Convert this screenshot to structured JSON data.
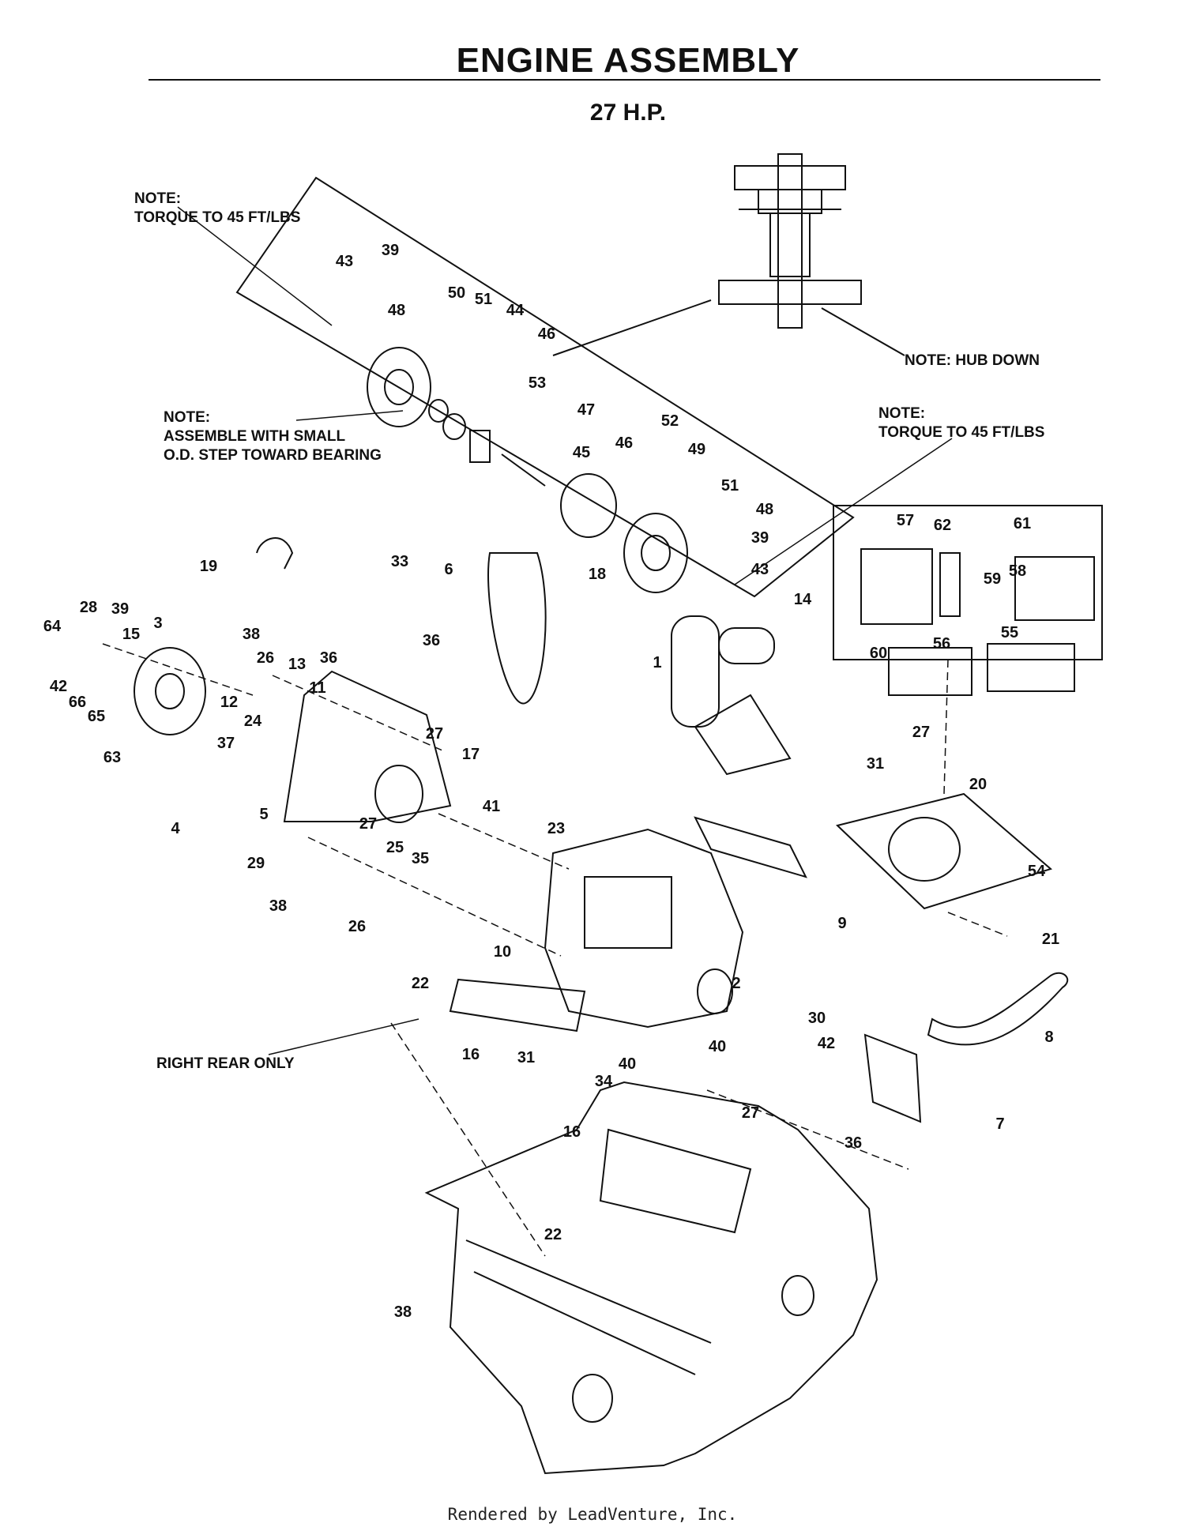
{
  "header": {
    "title": "ENGINE ASSEMBLY",
    "subtitle": "27 H.P."
  },
  "notes": {
    "torque_top_label": "NOTE:",
    "torque_top_text": "TORQUE TO 45 FT/LBS",
    "hub_down": "NOTE: HUB DOWN",
    "assemble_label": "NOTE:",
    "assemble_line1": "ASSEMBLE WITH SMALL",
    "assemble_line2": "O.D. STEP TOWARD BEARING",
    "torque_right_label": "NOTE:",
    "torque_right_text": "TORQUE TO 45 FT/LBS",
    "right_rear_only": "RIGHT REAR ONLY"
  },
  "callouts": {
    "c43a": "43",
    "c39a": "39",
    "c48a": "48",
    "c50": "50",
    "c51a": "51",
    "c44": "44",
    "c46a": "46",
    "c53": "53",
    "c47": "47",
    "c45": "45",
    "c46b": "46",
    "c52": "52",
    "c49": "49",
    "c51b": "51",
    "c48b": "48",
    "c39b": "39",
    "c43b": "43",
    "c57": "57",
    "c62": "62",
    "c61": "61",
    "c59": "59",
    "c58": "58",
    "c55": "55",
    "c56": "56",
    "c60": "60",
    "c19": "19",
    "c33": "33",
    "c6": "6",
    "c18": "18",
    "c14": "14",
    "c28": "28",
    "c39c": "39",
    "c64": "64",
    "c15": "15",
    "c3": "3",
    "c38a": "38",
    "c26a": "26",
    "c36a": "36",
    "c13": "13",
    "c36b": "36",
    "c11": "11",
    "c1": "1",
    "c42a": "42",
    "c66": "66",
    "c65": "65",
    "c12": "12",
    "c24": "24",
    "c37": "37",
    "c27a": "27",
    "c63": "63",
    "c17": "17",
    "c31a": "31",
    "c27b": "27",
    "c20": "20",
    "c4": "4",
    "c5": "5",
    "c27c": "27",
    "c41": "41",
    "c25": "25",
    "c35": "35",
    "c29": "29",
    "c23": "23",
    "c54": "54",
    "c38b": "38",
    "c26b": "26",
    "c9": "9",
    "c21": "21",
    "c10": "10",
    "c2": "2",
    "c8": "8",
    "c22a": "22",
    "c30": "30",
    "c16a": "16",
    "c31b": "31",
    "c40a": "40",
    "c40b": "40",
    "c42b": "42",
    "c34": "34",
    "c7": "7",
    "c27d": "27",
    "c36c": "36",
    "c16b": "16",
    "c22b": "22",
    "c38c": "38"
  },
  "footer": {
    "text": "Rendered by LeadVenture, Inc."
  }
}
